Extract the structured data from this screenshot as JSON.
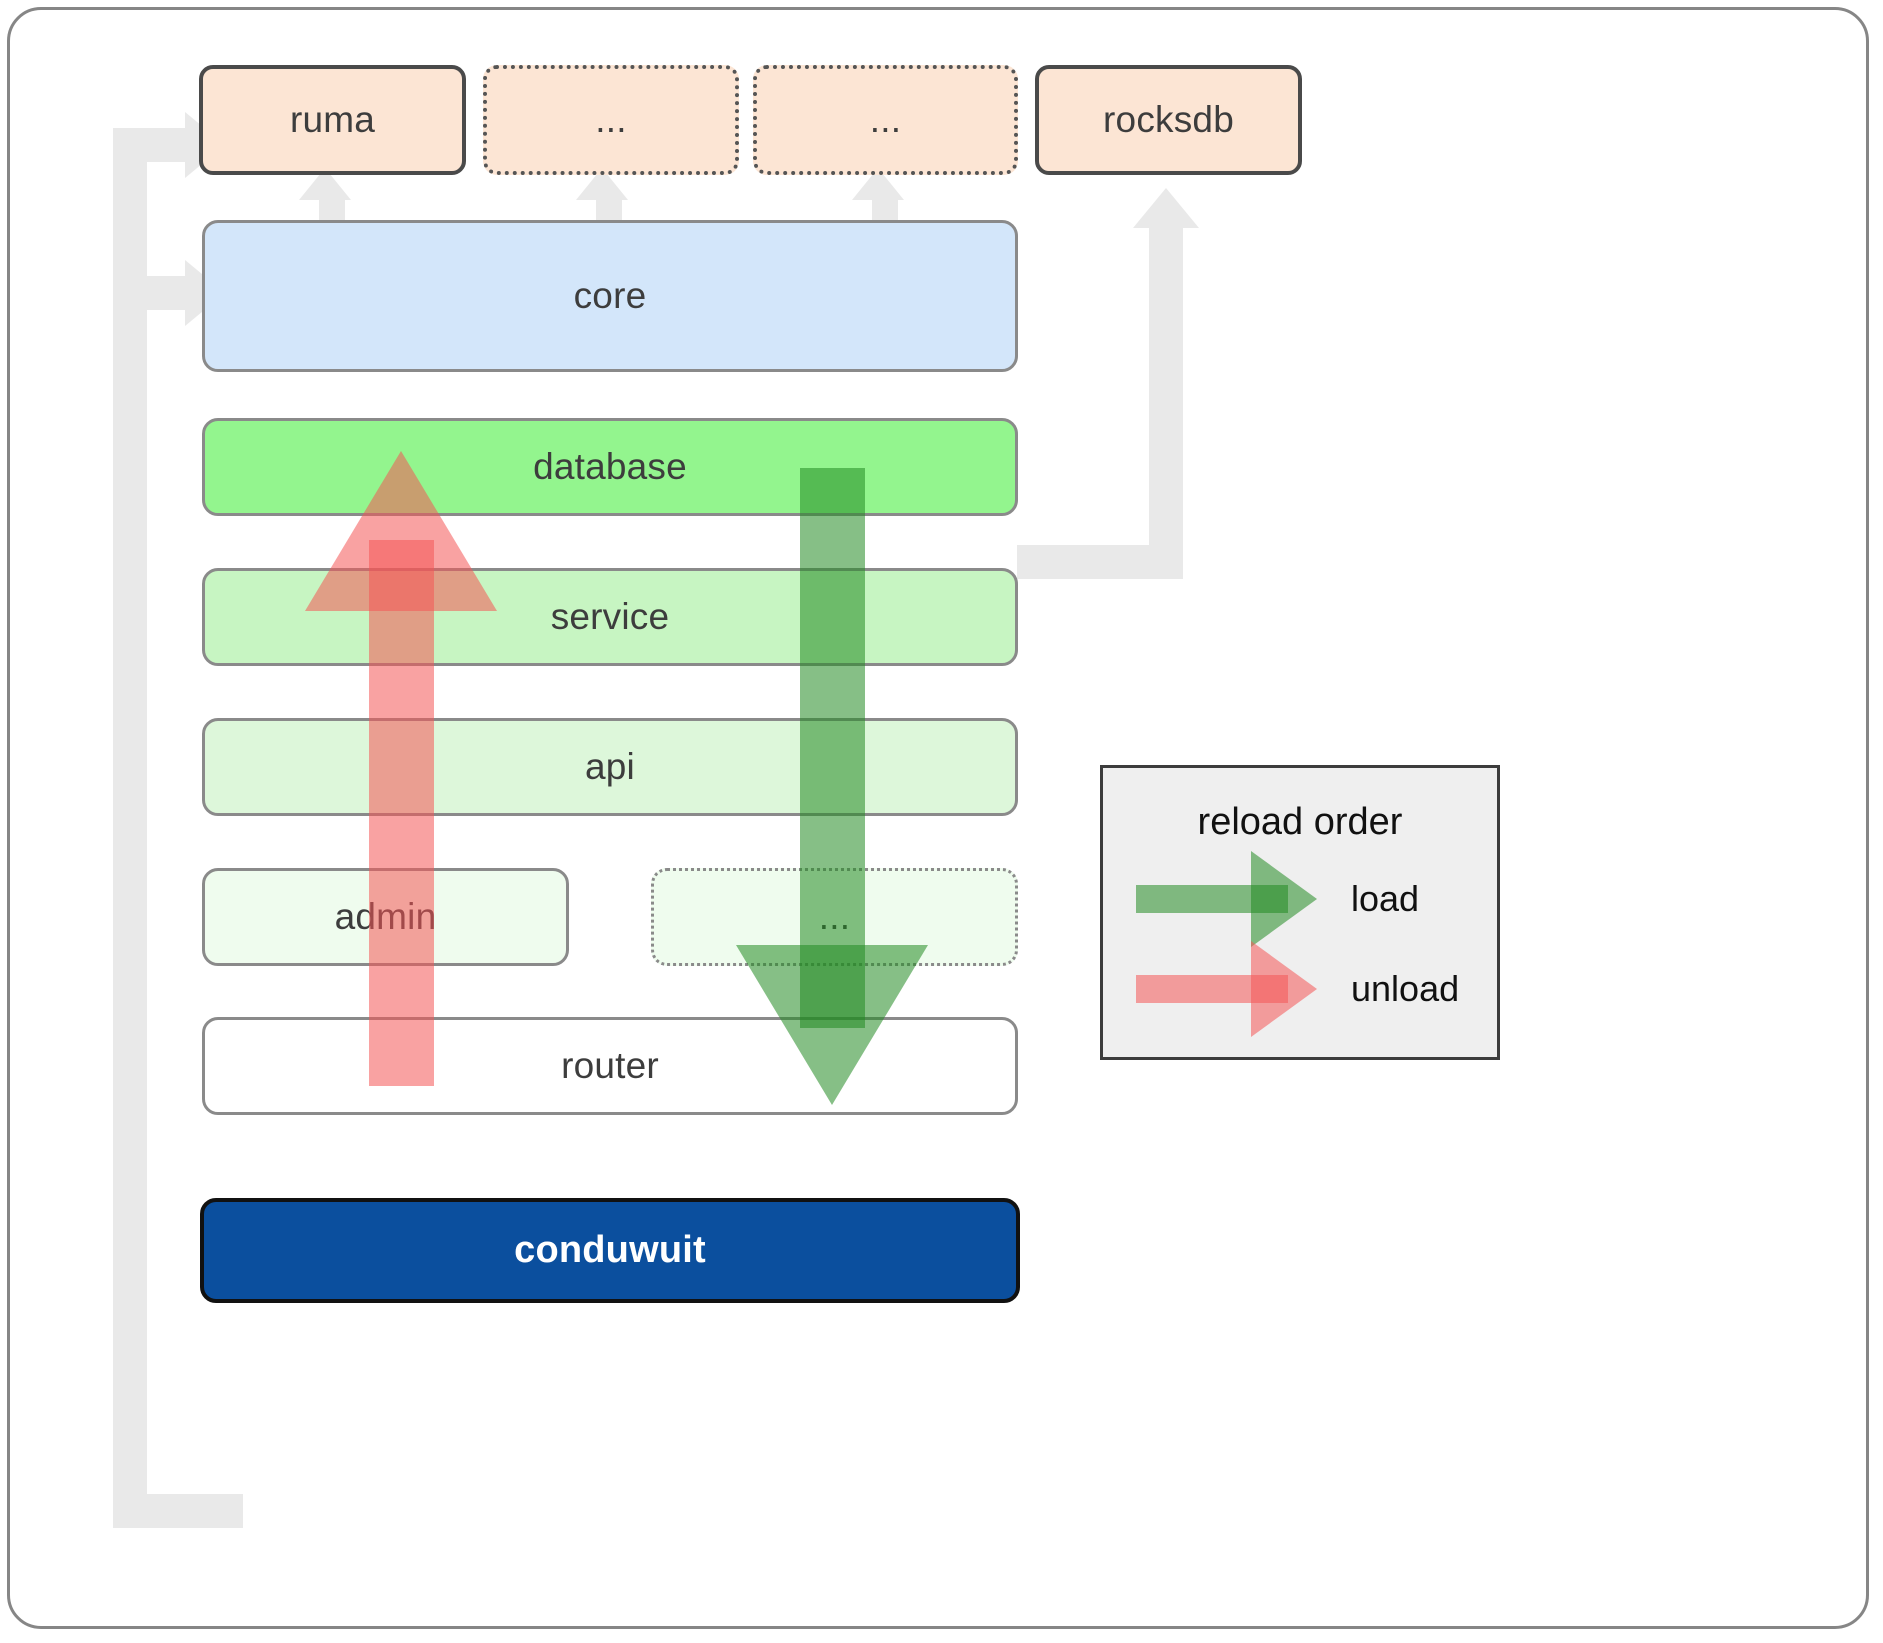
{
  "diagram": {
    "title": "conduwuit module layering / reload order",
    "dependencies": [
      {
        "label": "ruma",
        "style": "solid"
      },
      {
        "label": "...",
        "style": "dotted"
      },
      {
        "label": "...",
        "style": "dotted"
      },
      {
        "label": "rocksdb",
        "style": "solid"
      }
    ],
    "core": {
      "label": "core"
    },
    "layers": [
      {
        "label": "database",
        "style": "solid"
      },
      {
        "label": "service",
        "style": "solid"
      },
      {
        "label": "api",
        "style": "solid"
      },
      {
        "label": "admin",
        "style": "solid"
      },
      {
        "label": "...",
        "style": "dotted"
      },
      {
        "label": "router",
        "style": "solid"
      }
    ],
    "app": {
      "label": "conduwuit"
    },
    "legend": {
      "title": "reload order",
      "items": [
        {
          "label": "load",
          "color": "#228b22",
          "direction": "down"
        },
        {
          "label": "unload",
          "color": "#f45656",
          "direction": "up"
        }
      ]
    },
    "colors": {
      "dependency_fill": "#fce5d4",
      "core_fill": "#d3e6fa",
      "database_fill": "#93f58e",
      "service_fill": "#c7f5c2",
      "api_fill": "#ddf7da",
      "admin_fill": "#effcee",
      "dots_fill": "#effcee",
      "router_fill": "#ffffff",
      "app_fill": "#0b4f9e",
      "connector": "#e9e9e9",
      "load_arrow": "#228b22",
      "unload_arrow": "#f45656",
      "legend_bg": "#efefef"
    }
  }
}
